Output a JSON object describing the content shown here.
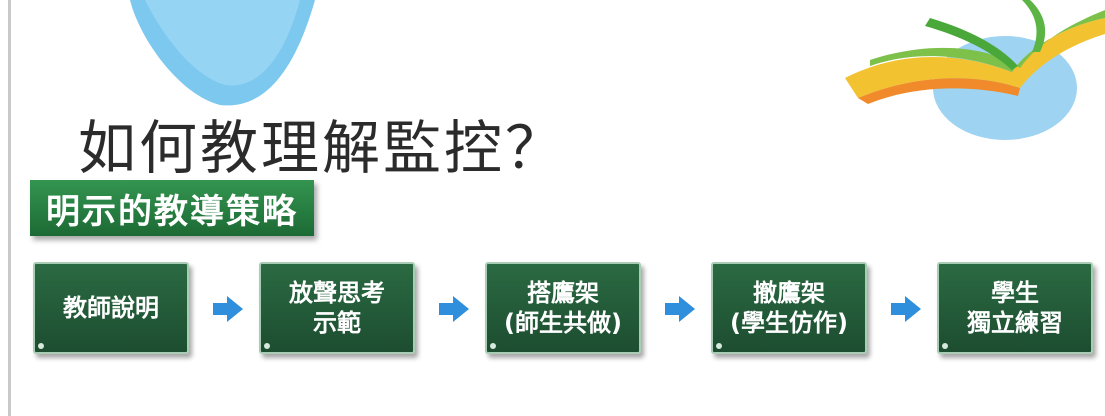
{
  "slide": {
    "title": "如何教理解監控？",
    "section_label": "明示的教導策略"
  },
  "steps": [
    {
      "line1": "教師說明",
      "line2": ""
    },
    {
      "line1": "放聲思考",
      "line2": "示範"
    },
    {
      "line1": "搭鷹架",
      "line2": "(師生共做)"
    },
    {
      "line1": "撤鷹架",
      "line2": "(學生仿作)"
    },
    {
      "line1": "學生",
      "line2": "獨立練習"
    }
  ],
  "colors": {
    "step_fill": "#245c3b",
    "section_fill": "#2b8445",
    "arrow": "#2f8fdc",
    "title_text": "#2b2b2b"
  },
  "icons": {
    "arrow": "right-arrow-icon",
    "cloud": "cloud-decoration",
    "book": "book-decoration"
  }
}
